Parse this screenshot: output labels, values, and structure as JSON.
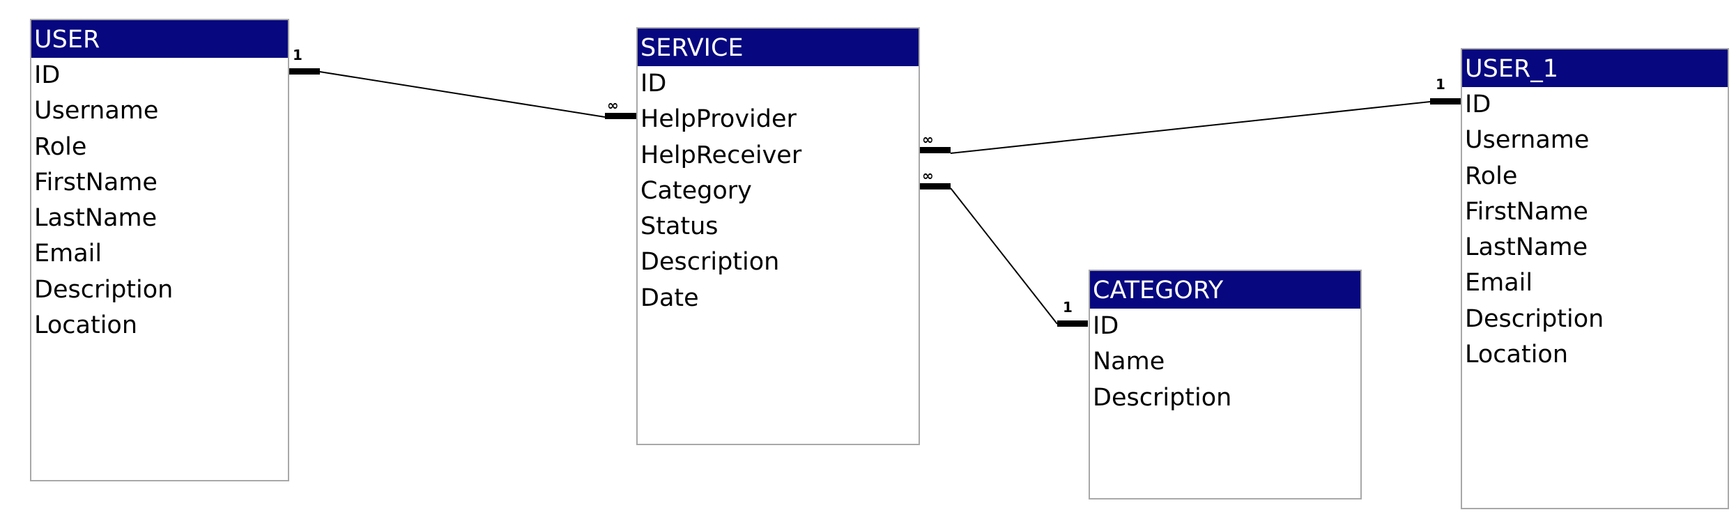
{
  "tables": {
    "user": {
      "title": "USER",
      "fields": [
        "ID",
        "Username",
        "Role",
        "FirstName",
        "LastName",
        "Email",
        "Description",
        "Location"
      ]
    },
    "service": {
      "title": "SERVICE",
      "fields": [
        "ID",
        "HelpProvider",
        "HelpReceiver",
        "Category",
        "Status",
        "Description",
        "Date"
      ]
    },
    "category": {
      "title": "CATEGORY",
      "fields": [
        "ID",
        "Name",
        "Description"
      ]
    },
    "user_1": {
      "title": "USER_1",
      "fields": [
        "ID",
        "Username",
        "Role",
        "FirstName",
        "LastName",
        "Email",
        "Description",
        "Location"
      ]
    }
  },
  "relationships": [
    {
      "from": "USER.ID",
      "to": "SERVICE.HelpProvider",
      "from_cardinality": "1",
      "to_cardinality": "∞"
    },
    {
      "from": "USER_1.ID",
      "to": "SERVICE.HelpReceiver",
      "from_cardinality": "1",
      "to_cardinality": "∞"
    },
    {
      "from": "CATEGORY.ID",
      "to": "SERVICE.Category",
      "from_cardinality": "1",
      "to_cardinality": "∞"
    }
  ],
  "colors": {
    "header_bg": "#07077f",
    "header_text": "#ffffff",
    "table_border": "#a8a8a8",
    "line": "#000000"
  }
}
